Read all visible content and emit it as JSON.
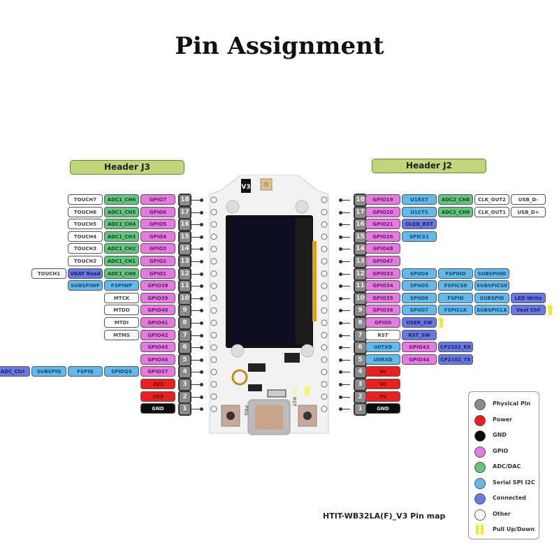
{
  "title": "Pin Assignment",
  "caption": "HTIT-WB32LA(F)_V3 Pin map",
  "board": {
    "version_label": "V3",
    "button_left": "PRG",
    "button_right": "RST"
  },
  "colors": {
    "physical_pin": "#8a8a8a",
    "power": "#e82020",
    "gnd": "#0c0c0c",
    "gpio": "#e57ae0",
    "adc": "#68c383",
    "serial": "#64b8ec",
    "connected": "#6b78de",
    "other": "#ffffff",
    "pull": "#f0ea2a"
  },
  "header_j3": {
    "label": "Header J3",
    "pins": [
      {
        "num": "18",
        "labels": [
          {
            "t": "GPIO7",
            "c": "gpio"
          },
          {
            "t": "ADC1_CH6",
            "c": "adc"
          },
          {
            "t": "TOUCH7",
            "c": "other"
          }
        ]
      },
      {
        "num": "17",
        "labels": [
          {
            "t": "GPIO6",
            "c": "gpio"
          },
          {
            "t": "ADC1_CH5",
            "c": "adc"
          },
          {
            "t": "TOUCH6",
            "c": "other"
          }
        ]
      },
      {
        "num": "16",
        "labels": [
          {
            "t": "GPIO5",
            "c": "gpio"
          },
          {
            "t": "ADC1_CH4",
            "c": "adc"
          },
          {
            "t": "TOUCH5",
            "c": "other"
          }
        ]
      },
      {
        "num": "15",
        "labels": [
          {
            "t": "GPIO4",
            "c": "gpio"
          },
          {
            "t": "ADC1_CH3",
            "c": "adc"
          },
          {
            "t": "TOUCH4",
            "c": "other"
          }
        ]
      },
      {
        "num": "14",
        "labels": [
          {
            "t": "GPIO3",
            "c": "gpio"
          },
          {
            "t": "ADC1_CH2",
            "c": "adc"
          },
          {
            "t": "TOUCH3",
            "c": "other"
          }
        ]
      },
      {
        "num": "13",
        "labels": [
          {
            "t": "GPIO2",
            "c": "gpio"
          },
          {
            "t": "ADC1_CH1",
            "c": "adc"
          },
          {
            "t": "TOUCH2",
            "c": "other"
          }
        ]
      },
      {
        "num": "12",
        "labels": [
          {
            "t": "GPIO1",
            "c": "gpio"
          },
          {
            "t": "ADC1_CH0",
            "c": "adc"
          },
          {
            "t": "VBAT Read",
            "c": "conn"
          },
          {
            "t": "TOUCH1",
            "c": "other"
          }
        ]
      },
      {
        "num": "11",
        "labels": [
          {
            "t": "GPIO38",
            "c": "gpio"
          },
          {
            "t": "FSPIWP",
            "c": "serial"
          },
          {
            "t": "SUBSPIWP",
            "c": "serial"
          }
        ]
      },
      {
        "num": "10",
        "labels": [
          {
            "t": "GPIO39",
            "c": "gpio"
          },
          {
            "t": "MTCK",
            "c": "other"
          }
        ]
      },
      {
        "num": "9",
        "labels": [
          {
            "t": "GPIO40",
            "c": "gpio"
          },
          {
            "t": "MTDO",
            "c": "other"
          }
        ]
      },
      {
        "num": "8",
        "labels": [
          {
            "t": "GPIO41",
            "c": "gpio"
          },
          {
            "t": "MTDI",
            "c": "other"
          }
        ]
      },
      {
        "num": "7",
        "labels": [
          {
            "t": "GPIO42",
            "c": "gpio"
          },
          {
            "t": "MTMS",
            "c": "other"
          }
        ]
      },
      {
        "num": "6",
        "labels": [
          {
            "t": "GPIO45",
            "c": "gpio"
          }
        ]
      },
      {
        "num": "5",
        "labels": [
          {
            "t": "GPIO46",
            "c": "gpio"
          }
        ]
      },
      {
        "num": "4",
        "labels": [
          {
            "t": "GPIO37",
            "c": "gpio"
          },
          {
            "t": "SPIDQS",
            "c": "serial"
          },
          {
            "t": "FSPIQ",
            "c": "serial"
          },
          {
            "t": "SUBSPIQ",
            "c": "serial"
          },
          {
            "t": "ADC_Ctrl",
            "c": "conn"
          }
        ],
        "pull": "up"
      },
      {
        "num": "3",
        "labels": [
          {
            "t": "3V3",
            "c": "power"
          }
        ]
      },
      {
        "num": "2",
        "labels": [
          {
            "t": "3V3",
            "c": "power"
          }
        ]
      },
      {
        "num": "1",
        "labels": [
          {
            "t": "GND",
            "c": "gnd"
          }
        ]
      }
    ]
  },
  "header_j2": {
    "label": "Header J2",
    "pins": [
      {
        "num": "18",
        "labels": [
          {
            "t": "GPIO19",
            "c": "gpio"
          },
          {
            "t": "U1RST",
            "c": "serial"
          },
          {
            "t": "ADC2_CH8",
            "c": "adc"
          },
          {
            "t": "CLK_OUT2",
            "c": "other"
          },
          {
            "t": "USB_D-",
            "c": "other"
          }
        ]
      },
      {
        "num": "17",
        "labels": [
          {
            "t": "GPIO20",
            "c": "gpio"
          },
          {
            "t": "U1CTS",
            "c": "serial"
          },
          {
            "t": "ADC2_CH9",
            "c": "adc"
          },
          {
            "t": "CLK_OUT1",
            "c": "other"
          },
          {
            "t": "USB_D+",
            "c": "other"
          }
        ]
      },
      {
        "num": "16",
        "labels": [
          {
            "t": "GPIO21",
            "c": "gpio"
          },
          {
            "t": "OLED_RST",
            "c": "conn"
          }
        ]
      },
      {
        "num": "15",
        "labels": [
          {
            "t": "GPIO26",
            "c": "gpio"
          },
          {
            "t": "SPICS1",
            "c": "serial"
          }
        ]
      },
      {
        "num": "14",
        "labels": [
          {
            "t": "GPIO48",
            "c": "gpio"
          }
        ]
      },
      {
        "num": "13",
        "labels": [
          {
            "t": "GPIO47",
            "c": "gpio"
          }
        ]
      },
      {
        "num": "12",
        "labels": [
          {
            "t": "GPIO33",
            "c": "gpio"
          },
          {
            "t": "SPIIO4",
            "c": "serial"
          },
          {
            "t": "FSPIHD",
            "c": "serial"
          },
          {
            "t": "SUBSPIHD",
            "c": "serial"
          }
        ]
      },
      {
        "num": "11",
        "labels": [
          {
            "t": "GPIO34",
            "c": "gpio"
          },
          {
            "t": "SPIIO5",
            "c": "serial"
          },
          {
            "t": "FSPICS0",
            "c": "serial"
          },
          {
            "t": "SUBSPICS0",
            "c": "serial"
          }
        ]
      },
      {
        "num": "10",
        "labels": [
          {
            "t": "GPIO35",
            "c": "gpio"
          },
          {
            "t": "SPIIO6",
            "c": "serial"
          },
          {
            "t": "FSPID",
            "c": "serial"
          },
          {
            "t": "SUBSPID",
            "c": "serial"
          },
          {
            "t": "LED Write",
            "c": "conn"
          }
        ]
      },
      {
        "num": "9",
        "labels": [
          {
            "t": "GPIO36",
            "c": "gpio"
          },
          {
            "t": "SPIIO7",
            "c": "serial"
          },
          {
            "t": "FSPICLK",
            "c": "serial"
          },
          {
            "t": "SUBSPICLK",
            "c": "serial"
          },
          {
            "t": "Vext Ctrl",
            "c": "conn"
          }
        ],
        "pull": "up"
      },
      {
        "num": "8",
        "labels": [
          {
            "t": "GPIO0",
            "c": "gpio"
          },
          {
            "t": "USER_SW",
            "c": "conn"
          }
        ],
        "pull": "up"
      },
      {
        "num": "7",
        "labels": [
          {
            "t": "RST",
            "c": "other"
          },
          {
            "t": "RST_SW",
            "c": "conn"
          }
        ]
      },
      {
        "num": "6",
        "labels": [
          {
            "t": "U0TXD",
            "c": "serial"
          },
          {
            "t": "GPIO43",
            "c": "gpio"
          },
          {
            "t": "CP2102_RX",
            "c": "conn"
          }
        ]
      },
      {
        "num": "5",
        "labels": [
          {
            "t": "U0RXD",
            "c": "serial"
          },
          {
            "t": "GPIO44",
            "c": "gpio"
          },
          {
            "t": "CP2102_TX",
            "c": "conn"
          }
        ]
      },
      {
        "num": "4",
        "labels": [
          {
            "t": "Ve",
            "c": "power"
          }
        ]
      },
      {
        "num": "3",
        "labels": [
          {
            "t": "Ve",
            "c": "power"
          }
        ]
      },
      {
        "num": "2",
        "labels": [
          {
            "t": "5V",
            "c": "power"
          }
        ]
      },
      {
        "num": "1",
        "labels": [
          {
            "t": "GND",
            "c": "gnd"
          }
        ]
      }
    ]
  },
  "legend": {
    "items": [
      {
        "label": "Physical Pin",
        "c": "physical_pin"
      },
      {
        "label": "Power",
        "c": "power"
      },
      {
        "label": "GND",
        "c": "gnd"
      },
      {
        "label": "GPIO",
        "c": "gpio"
      },
      {
        "label": "ADC/DAC",
        "c": "adc"
      },
      {
        "label": "Serial SPI I2C",
        "c": "serial"
      },
      {
        "label": "Connected",
        "c": "connected"
      },
      {
        "label": "Other",
        "c": "other"
      },
      {
        "label": "Pull Up/Down",
        "c": "pull"
      }
    ]
  }
}
